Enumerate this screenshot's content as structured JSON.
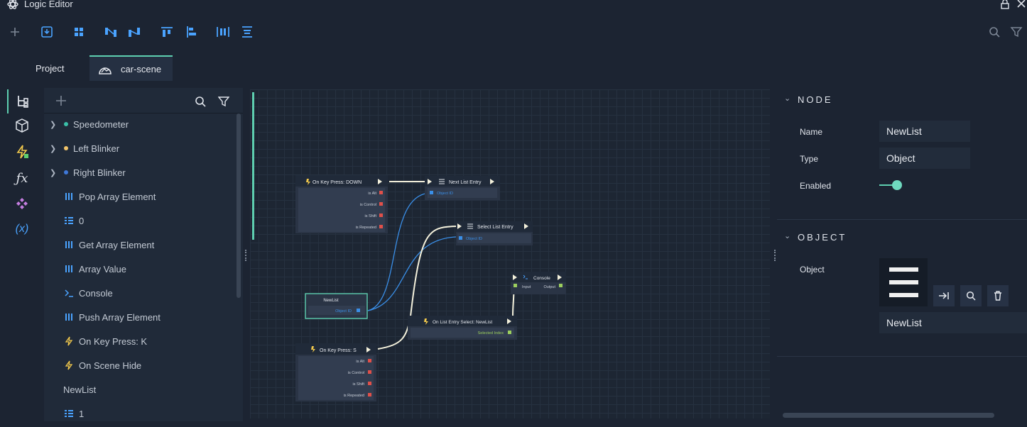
{
  "window": {
    "title": "Logic Editor"
  },
  "tabs": [
    {
      "label": "Project"
    },
    {
      "label": "car-scene"
    }
  ],
  "outliner": {
    "items": [
      {
        "label": "Speedometer",
        "dot": "#3ac0a8"
      },
      {
        "label": "Left Blinker",
        "dot": "#f2c46a"
      },
      {
        "label": "Right Blinker",
        "dot": "#3f78d8"
      },
      {
        "label": "Pop Array Element",
        "icon": "array-icon"
      },
      {
        "label": "0",
        "icon": "variable-icon"
      },
      {
        "label": "Get Array Element",
        "icon": "array-icon"
      },
      {
        "label": "Array Value",
        "icon": "array-icon"
      },
      {
        "label": "Console",
        "icon": "console-icon"
      },
      {
        "label": "Push Array Element",
        "icon": "array-icon"
      },
      {
        "label": "On Key Press: K",
        "icon": "bolt-icon"
      },
      {
        "label": "On Scene Hide",
        "icon": "bolt-icon"
      },
      {
        "label": "NewList"
      },
      {
        "label": "1",
        "icon": "variable-icon"
      }
    ]
  },
  "graph": {
    "nodes": [
      {
        "title": "On Key Press: DOWN",
        "ports": [
          "is Alt",
          "is Control",
          "is Shift",
          "is Repeated"
        ]
      },
      {
        "title": "Next List Entry",
        "ports": [
          "Object ID"
        ]
      },
      {
        "title": "Select List Entry",
        "ports": [
          "Object ID"
        ]
      },
      {
        "title": "NewList",
        "ports": [
          "Object ID"
        ]
      },
      {
        "title": "Console",
        "ports": [
          "Input",
          "Output"
        ]
      },
      {
        "title": "On List Entry Select: NewList",
        "ports": [
          "Selected Index"
        ]
      },
      {
        "title": "On Key Press: S",
        "ports": [
          "is Alt",
          "is Control",
          "is Shift",
          "is Repeated"
        ]
      }
    ]
  },
  "properties": {
    "node_header": "NODE",
    "name_label": "Name",
    "name_value": "NewList",
    "type_label": "Type",
    "type_value": "Object",
    "enabled_label": "Enabled",
    "enabled": true,
    "object_header": "OBJECT",
    "object_label": "Object",
    "object_value": "NewList"
  },
  "colors": {
    "accent": "#5ecfb0",
    "port_red": "#e0504a",
    "port_blue": "#3a8fe8",
    "port_green": "#9ccf5e",
    "wire_blue": "#3a8fe8",
    "wire_white": "#f4f1dc"
  }
}
